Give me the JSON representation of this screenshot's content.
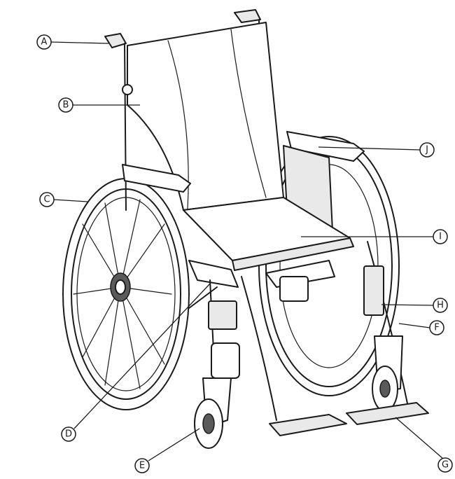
{
  "figure": {
    "subject": "wheelchair-line-drawing",
    "callouts": [
      {
        "id": "A",
        "label": "A"
      },
      {
        "id": "B",
        "label": "B"
      },
      {
        "id": "C",
        "label": "C"
      },
      {
        "id": "D",
        "label": "D"
      },
      {
        "id": "E",
        "label": "E"
      },
      {
        "id": "F",
        "label": "F"
      },
      {
        "id": "G",
        "label": "G"
      },
      {
        "id": "H",
        "label": "H"
      },
      {
        "id": "I",
        "label": "I"
      },
      {
        "id": "J",
        "label": "J"
      }
    ]
  }
}
